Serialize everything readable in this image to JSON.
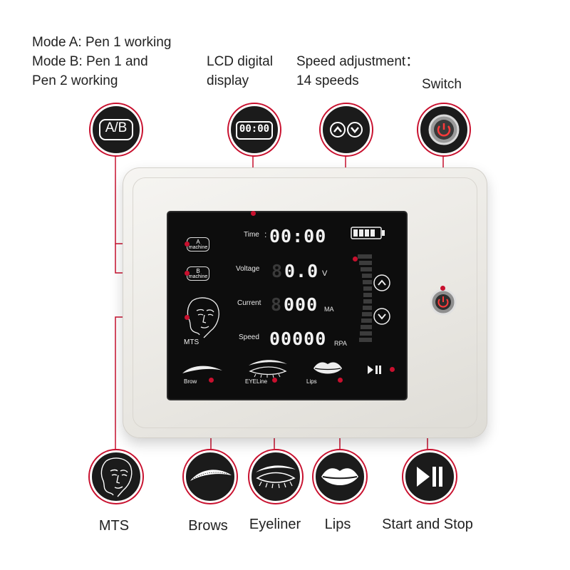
{
  "captions": {
    "mode_a": "Mode A: Pen 1 working",
    "mode_b_line1": "Mode B: Pen 1 and",
    "mode_b_line2": "Pen 2 working",
    "lcd_line1": "LCD digital",
    "lcd_line2": "display",
    "speed_line1": "Speed adjustment：",
    "speed_line2": "14 speeds",
    "switch": "Switch"
  },
  "top_icons": {
    "ab_text": "A/B",
    "lcd_text": "00:00"
  },
  "display": {
    "time_label": "Time",
    "time_value": "00:00",
    "voltage_label": "Voltage",
    "voltage_value": "0.0",
    "voltage_ghost": "8",
    "voltage_unit": "V",
    "current_label": "Current",
    "current_value": "000",
    "current_ghost": "8",
    "current_unit": "MA",
    "speed_label": "Speed",
    "speed_value": "00000",
    "speed_unit": "RPA",
    "a_pill_letter": "A",
    "a_pill_sub": "machine",
    "b_pill_letter": "B",
    "b_pill_sub": "machine",
    "mts_label": "MTS",
    "brow_label": "Brow",
    "eyeline_label": "EYELine",
    "lips_label": "Lips"
  },
  "bottom_labels": {
    "mts": "MTS",
    "brows": "Brows",
    "eyeliner": "Eyeliner",
    "lips": "Lips",
    "start_stop": "Start and Stop"
  },
  "colors": {
    "accent_red": "#c8102e",
    "screen_bg": "#0d0d0d",
    "disc_bg": "#1b1b1b"
  },
  "icons": [
    "ab-icon",
    "lcd-icon",
    "speed-arrows-icon",
    "power-switch-icon",
    "face-icon",
    "brow-icon",
    "eyeliner-icon",
    "lips-icon",
    "play-pause-icon",
    "battery-icon",
    "arrow-up-icon",
    "arrow-down-icon"
  ]
}
